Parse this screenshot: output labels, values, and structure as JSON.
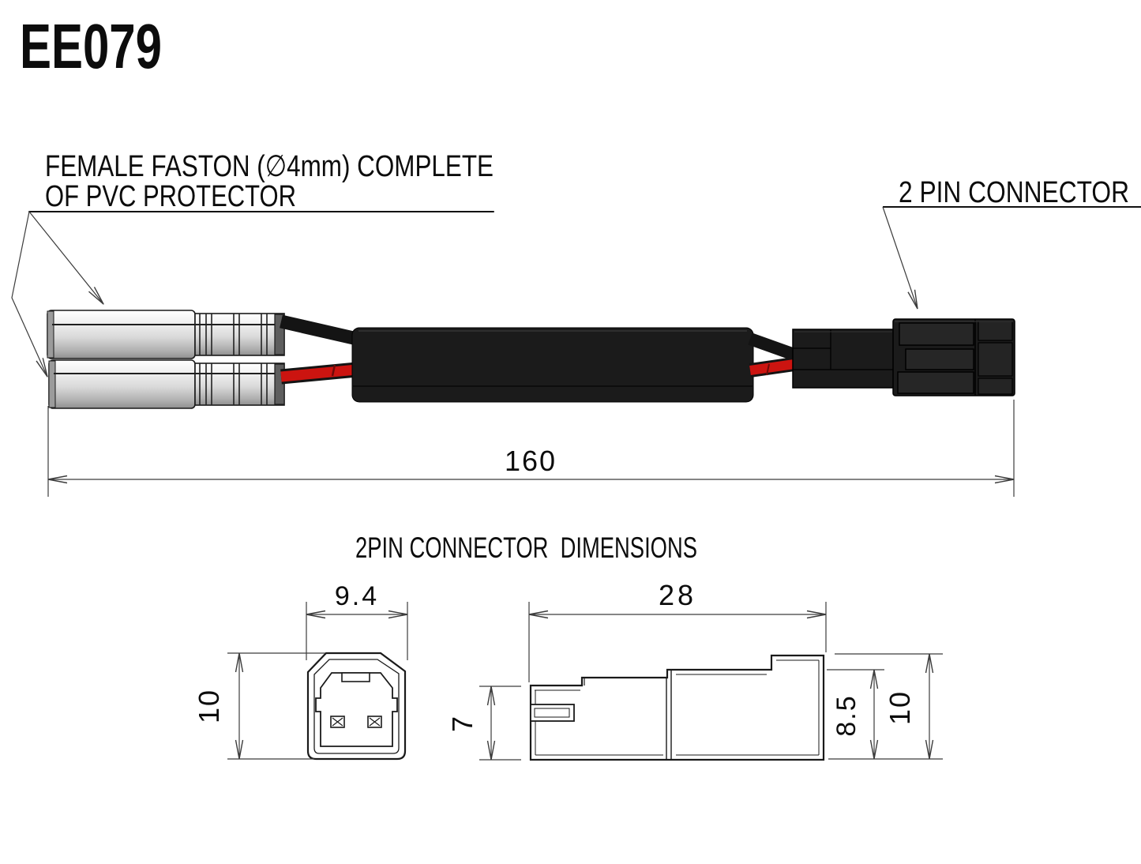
{
  "title": "EE079",
  "labels": {
    "faston_line1": "FEMALE FASTON (∅4mm) COMPLETE",
    "faston_line2": "OF PVC PROTECTOR",
    "pin_connector": "2 PIN CONNECTOR",
    "dimensions_heading": "2PIN CONNECTOR  DIMENSIONS"
  },
  "dimensions": {
    "overall_length": "160",
    "connector_width": "9.4",
    "connector_front_height": "10",
    "connector_length": "28",
    "pin_slot_height": "7",
    "body_height": "8.5",
    "connector_side_height": "10"
  },
  "colors": {
    "wire_red": "#cc1410",
    "wire_black": "#141414",
    "housing_black": "#1b1b1b",
    "outline": "#1a1a1a",
    "dimension_line": "#3c3c3c",
    "background": "#ffffff"
  }
}
